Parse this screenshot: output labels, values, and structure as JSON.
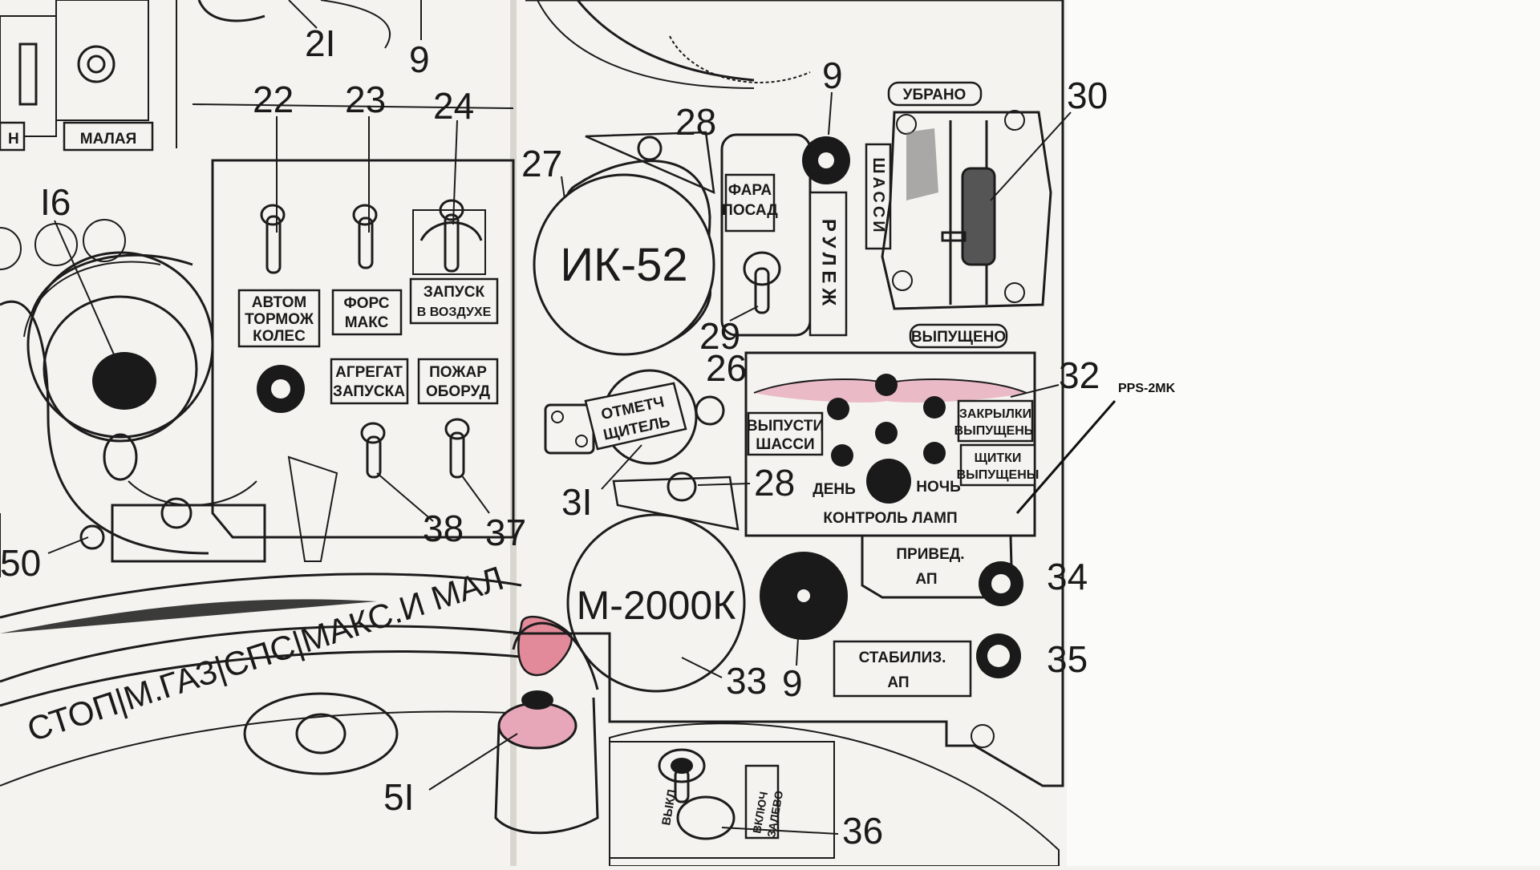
{
  "numbers": {
    "n21": "2I",
    "n9_top": "9",
    "n22": "22",
    "n23": "23",
    "n24": "24",
    "n16": "I6",
    "n27": "27",
    "n28_top": "28",
    "n9_right": "9",
    "n30": "30",
    "n29": "29",
    "n26": "26",
    "n32": "32",
    "n31": "3I",
    "n28_mid": "28",
    "n38": "38",
    "n37": "37",
    "n50": "50",
    "n34": "34",
    "n35": "35",
    "n33": "33",
    "n9_bottom": "9",
    "n51": "5I",
    "n36": "36"
  },
  "labels": {
    "malaya": "МАЛАЯ",
    "n_frag": "Н",
    "avtom_1": "АВТОМ",
    "avtom_2": "ТОРМОЖ",
    "avtom_3": "КОЛЕС",
    "fors_1": "ФОРС",
    "fors_2": "МАКС",
    "zapusk_1": "ЗАПУСК",
    "zapusk_2": "В ВОЗДУХЕ",
    "agregat_1": "АГРЕГАТ",
    "agregat_2": "ЗАПУСКА",
    "pozhar_1": "ПОЖАР",
    "pozhar_2": "ОБОРУД",
    "ik52": "ИК-52",
    "fara_1": "ФАРА",
    "fara_2": "ПОСАД",
    "rulezh": "РУЛЕЖ",
    "shassi": "ШАССИ",
    "ubrano": "УБРАНО",
    "vypushcheno": "ВЫПУЩЕНО",
    "otmetchik_1": "ОТМЕТЧ",
    "otmetchik_2": "ЩИТЕЛЬ",
    "vypusti_1": "ВЫПУСТИ",
    "vypusti_2": "ШАССИ",
    "zakrylki_1": "ЗАКРЫЛКИ",
    "zakrylki_2": "ВЫПУЩЕНЫ",
    "shchitki_1": "ЩИТКИ",
    "shchitki_2": "ВЫПУЩЕНЫ",
    "den": "ДЕНЬ",
    "noch": "НОЧЬ",
    "kontrol": "КОНТРОЛЬ ЛАМП",
    "m2000k": "М-2000К",
    "priv_1": "ПРИВЕД.",
    "priv_2": "АП",
    "stab_1": "СТАБИЛИЗ.",
    "stab_2": "АП",
    "throttle": "СТОП|М.ГАЗ|СПС|МАКС.И МАЛ",
    "vykl": "ВЫКЛ",
    "vklyuch_1": "ВКЛЮЧ",
    "vklyuch_2": "ЗАЛЕВО"
  },
  "annotation": {
    "pps": "PPS-2MK"
  },
  "colors": {
    "paper": "#f3f2ee",
    "ink": "#1c1c1c",
    "pink": "#e7a7b8",
    "red": "#d98494"
  }
}
